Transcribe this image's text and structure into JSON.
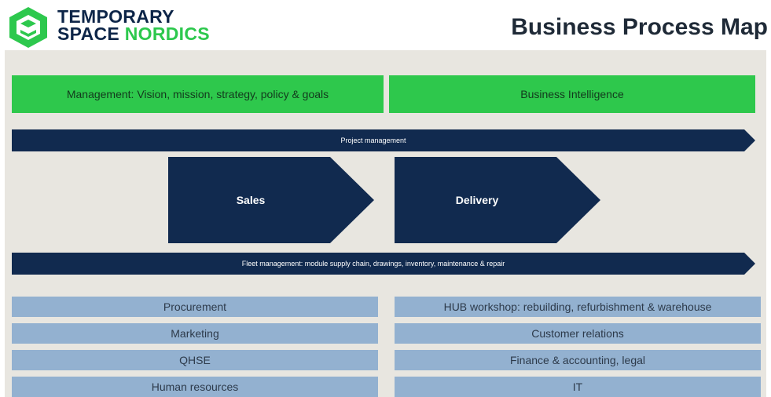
{
  "header": {
    "logo_line1": "TEMPORARY",
    "logo_line2_part1": "SPACE ",
    "logo_line2_part2": "NORDICS",
    "title": "Business Process Map"
  },
  "management": {
    "left": "Management: Vision, mission, strategy, policy & goals",
    "right": "Business Intelligence"
  },
  "project_band": "Project management",
  "core_processes": [
    "Sales",
    "Delivery"
  ],
  "fleet_band": "Fleet management: module supply chain, drawings, inventory, maintenance & repair",
  "support_left": [
    "Procurement",
    "Marketing",
    "QHSE",
    "Human resources"
  ],
  "support_right": [
    "HUB workshop: rebuilding, refurbishment & warehouse",
    "Customer relations",
    "Finance & accounting, legal",
    "IT"
  ],
  "colors": {
    "navy": "#112a4f",
    "green": "#2ec84c",
    "support_blue": "#93b1d0",
    "background": "#e8e6e0"
  }
}
